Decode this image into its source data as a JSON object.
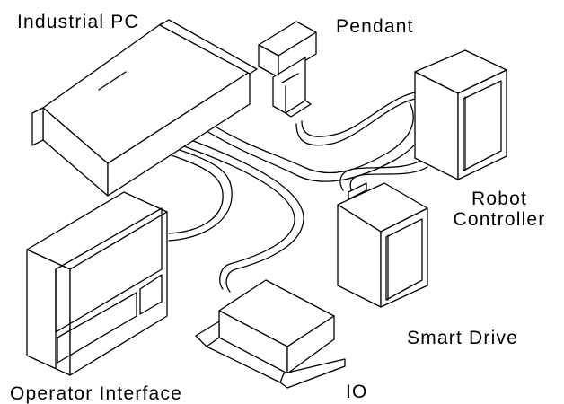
{
  "components": {
    "industrial_pc": "Industrial PC",
    "pendant": "Pendant",
    "robot_controller_line1": "Robot",
    "robot_controller_line2": "Controller",
    "smart_drive": "Smart Drive",
    "operator_interface": "Operator Interface",
    "io": "IO"
  }
}
